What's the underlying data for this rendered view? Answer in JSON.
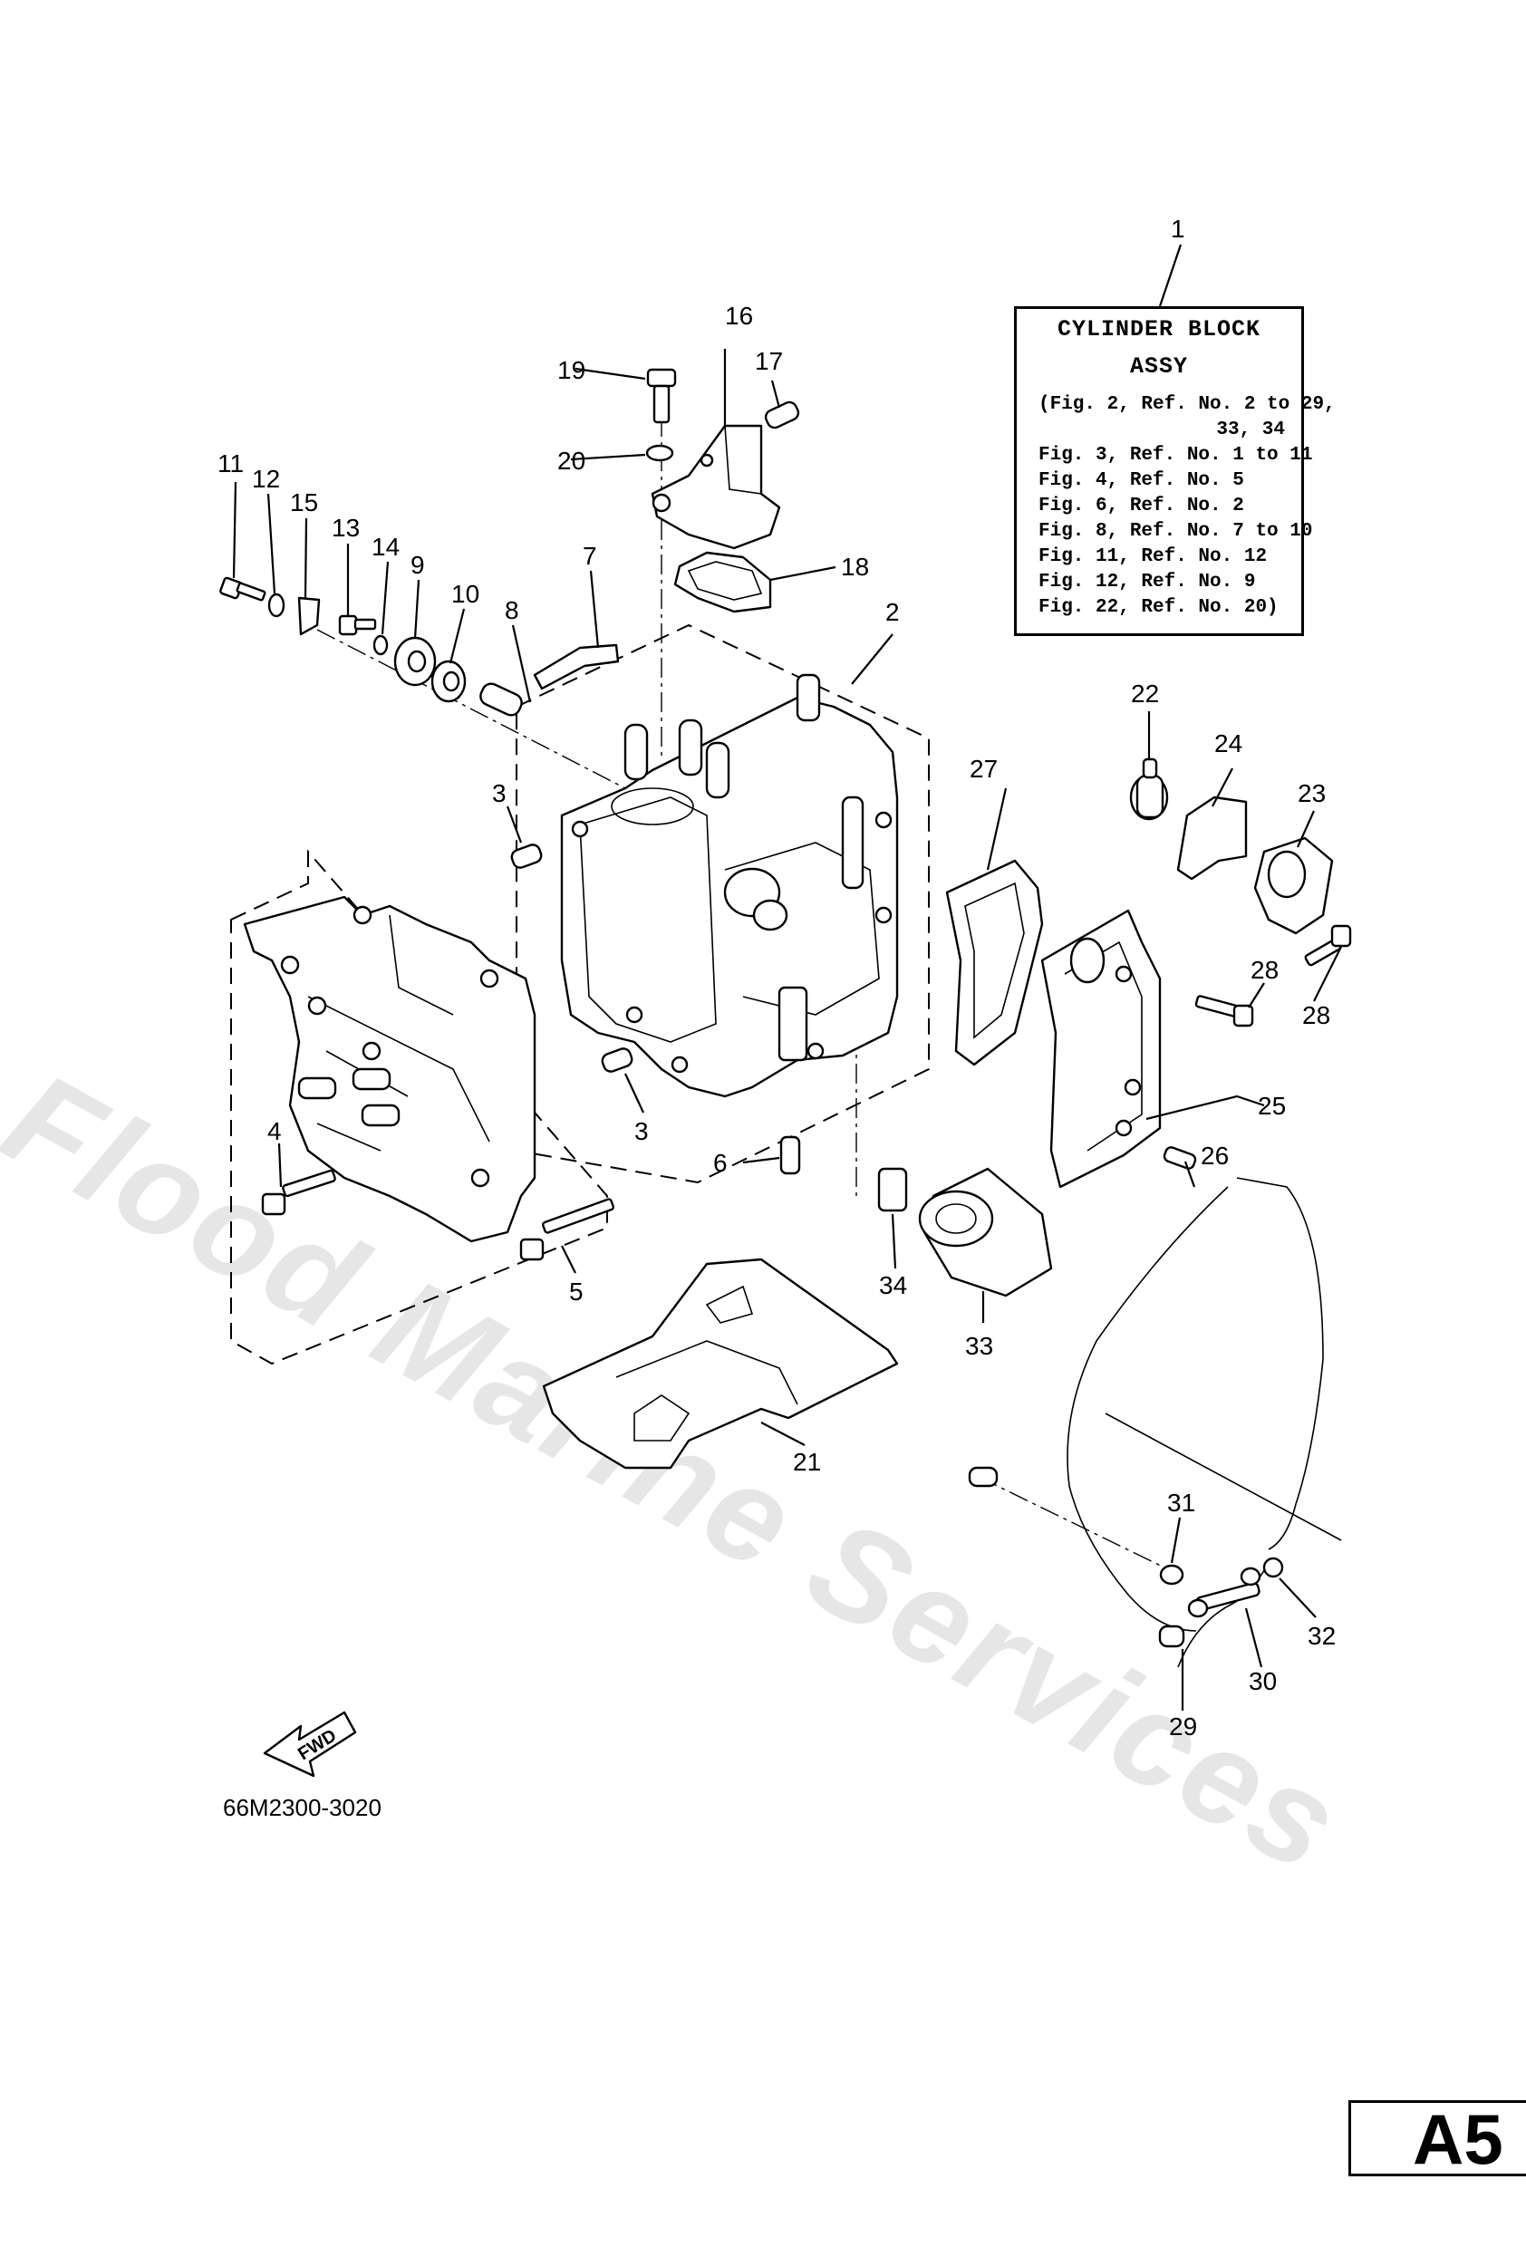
{
  "watermark": "Flood Marine Services",
  "info_box": {
    "title": "CYLINDER BLOCK",
    "subtitle": "ASSY",
    "lines": [
      "(Fig. 2, Ref. No. 2 to 29,",
      "33, 34",
      "Fig. 3, Ref. No. 1 to 11",
      "Fig. 4, Ref. No. 5",
      "Fig. 6, Ref. No. 2",
      "Fig. 8, Ref. No. 7 to 10",
      "Fig. 11, Ref. No. 12",
      "Fig. 12, Ref. No. 9",
      "Fig. 22, Ref. No. 20)"
    ]
  },
  "catalog_code": "66M2300-3020",
  "page_code": "A5",
  "fwd_label": "FWD",
  "callouts": {
    "c1": "1",
    "c2": "2",
    "c3a": "3",
    "c3b": "3",
    "c4": "4",
    "c5": "5",
    "c6": "6",
    "c7": "7",
    "c8": "8",
    "c9": "9",
    "c10": "10",
    "c11": "11",
    "c12": "12",
    "c13": "13",
    "c14": "14",
    "c15": "15",
    "c16": "16",
    "c17": "17",
    "c18": "18",
    "c19": "19",
    "c20": "20",
    "c21": "21",
    "c22": "22",
    "c23": "23",
    "c24": "24",
    "c25": "25",
    "c26": "26",
    "c27": "27",
    "c28a": "28",
    "c28b": "28",
    "c29": "29",
    "c30": "30",
    "c31": "31",
    "c32": "32",
    "c33": "33",
    "c34": "34"
  }
}
